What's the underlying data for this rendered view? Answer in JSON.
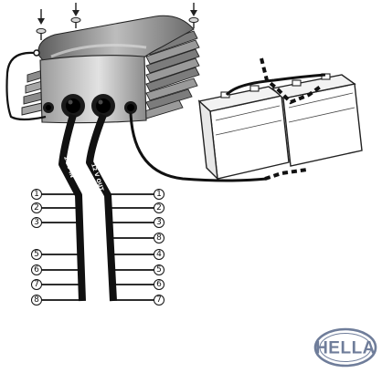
{
  "cables": {
    "input_label": "24 V IN",
    "output_label": "12 V OUT"
  },
  "left_terminals": [
    "1",
    "2",
    "3",
    "5",
    "6",
    "7",
    "8"
  ],
  "right_terminals": [
    "1",
    "2",
    "3",
    "8",
    "4",
    "5",
    "6",
    "7"
  ],
  "logo": {
    "text": "HELLA"
  }
}
